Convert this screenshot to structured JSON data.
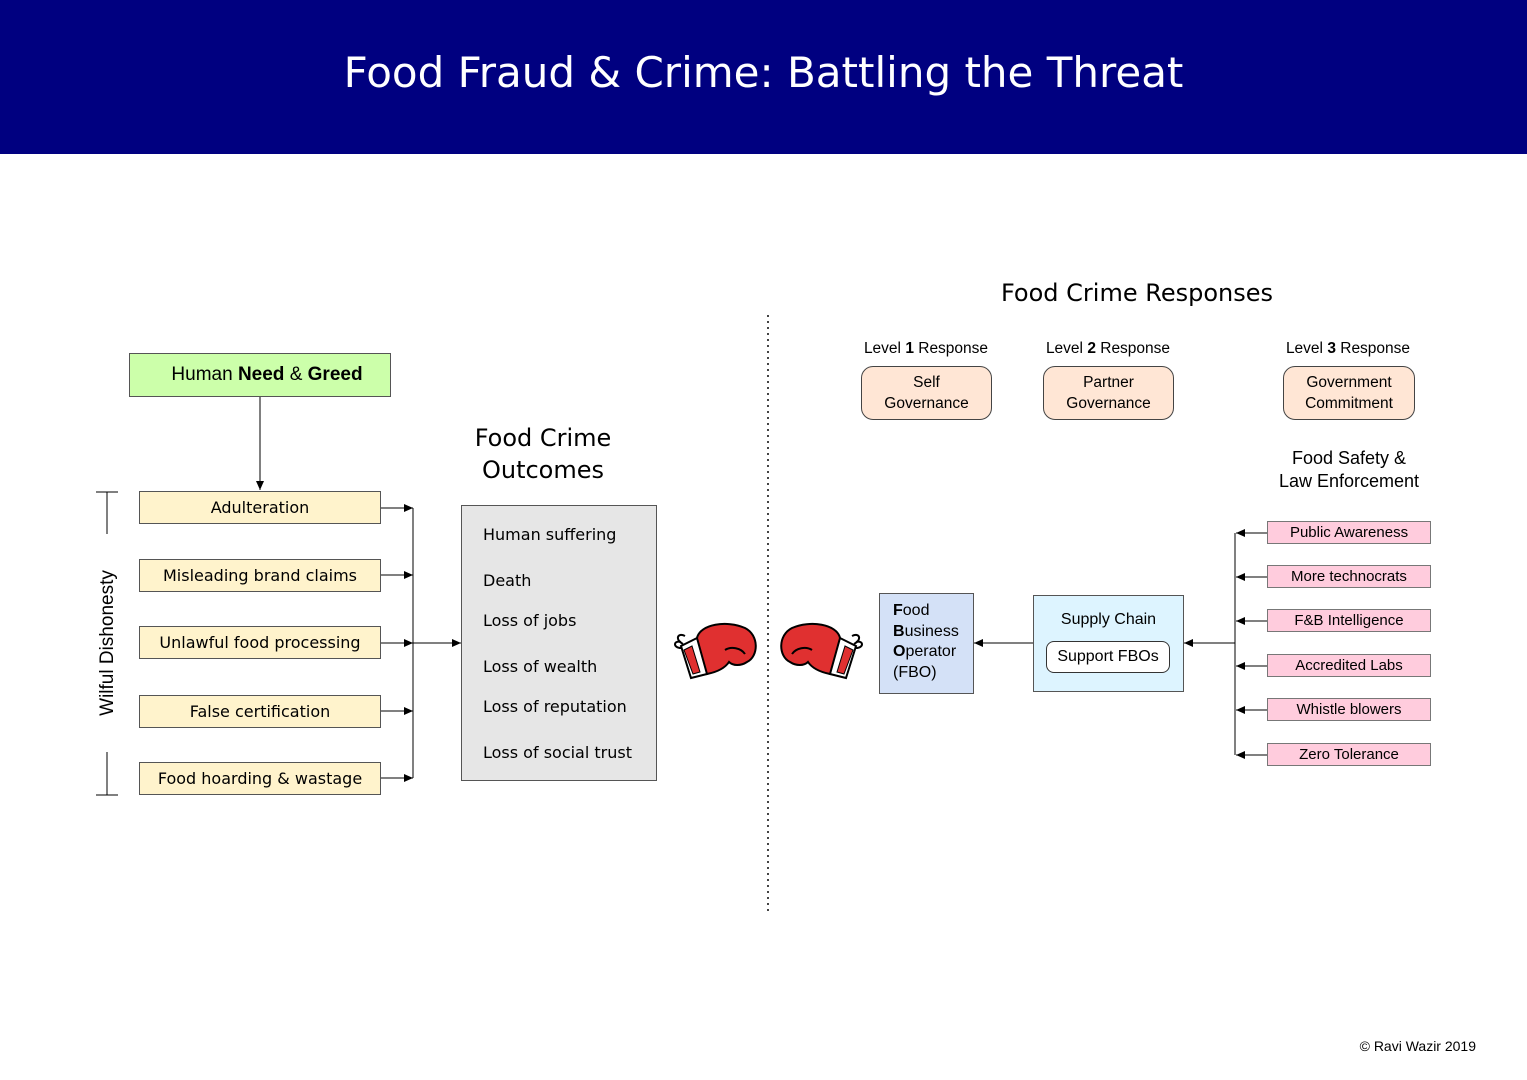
{
  "header": {
    "title": "Food Fraud & Crime: Battling the Threat"
  },
  "root": {
    "prefix": "Human ",
    "need": "Need",
    "amp": " & ",
    "greed": "Greed"
  },
  "side_label": "Wilful Dishonesty",
  "causes": [
    "Adulteration",
    "Misleading brand claims",
    "Unlawful food processing",
    "False certification",
    "Food hoarding & wastage"
  ],
  "outcomes": {
    "title_line1": "Food Crime",
    "title_line2": "Outcomes",
    "items": [
      "Human suffering",
      "Death",
      "Loss of jobs",
      "Loss of wealth",
      "Loss of reputation",
      "Loss of social trust"
    ]
  },
  "responses": {
    "title": "Food Crime Responses",
    "levels": [
      {
        "pre": "Level ",
        "num": "1",
        "post": " Response",
        "line1": "Self",
        "line2": "Governance"
      },
      {
        "pre": "Level ",
        "num": "2",
        "post": " Response",
        "line1": "Partner",
        "line2": "Governance"
      },
      {
        "pre": "Level ",
        "num": "3",
        "post": " Response",
        "line1": "Government",
        "line2": "Commitment"
      }
    ],
    "enforcement_line1": "Food Safety &",
    "enforcement_line2": "Law Enforcement",
    "items": [
      "Public Awareness",
      "More technocrats",
      "F&B Intelligence",
      "Accredited Labs",
      "Whistle blowers",
      "Zero Tolerance"
    ]
  },
  "fbo": {
    "l1_b": "F",
    "l1_r": "ood",
    "l2_b": "B",
    "l2_r": "usiness",
    "l3_b": "O",
    "l3_r": "perator",
    "l4": "(FBO)"
  },
  "supply_chain": {
    "title": "Supply Chain",
    "inner": "Support FBOs"
  },
  "copyright": "© Ravi Wazir 2019",
  "colors": {
    "header": "#000080",
    "root": "#ccffaa",
    "cause": "#fff3cc",
    "outcome": "#e6e6e6",
    "governance": "#ffe6d5",
    "response": "#ffccdd",
    "fbo": "#d4e1f7",
    "supply_chain": "#ddf4ff",
    "glove": "#e03030"
  }
}
